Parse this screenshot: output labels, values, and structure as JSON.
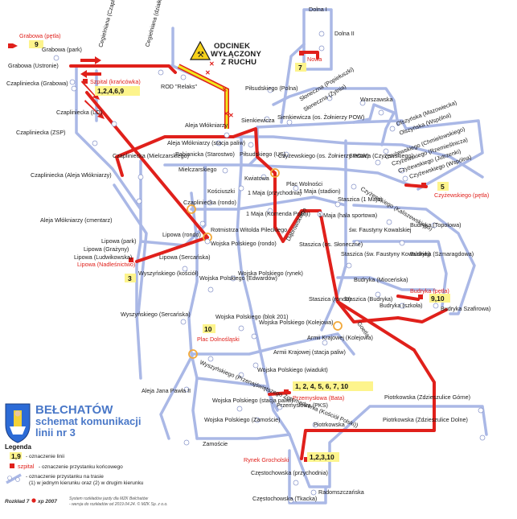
{
  "warning": {
    "line1": "ODCINEK",
    "line2": "WYŁĄCZONY",
    "line3": "Z RUCHU"
  },
  "title": {
    "city": "BEŁCHATÓW",
    "sub1": "schemat komunikacji",
    "sub2": "linii nr 3"
  },
  "legend": {
    "heading": "Legenda",
    "badge_example": "1,9",
    "line_marks": "- oznaczenie linii",
    "terminal_sample": "szpital",
    "terminal": "- oznaczenie przystanku końcowego",
    "stop_a": "- oznaczenie przystanku na trasie",
    "stop_b": "(1) w jednym kierunku oraz (2) w drugim kierunku"
  },
  "footer": {
    "code": "Rozkład 7",
    "author": "xp 2007",
    "line1": "System rozkładów jazdy dla MZK Bełchatów",
    "line2": "- wersja do rozkładów od 2019.04.24. © MZK Sp. z o.o."
  },
  "terminals": {
    "grabowa": "Grabowa (pętla)",
    "szpital": "Szpital (krańcówka)",
    "nowa": "Nowa",
    "czyzewskiego": "Czyżewskiego (pętla)",
    "budryka": "Budryka (pętla)",
    "lipowa": "Lipowa (Nadleśnictwo)",
    "plac": "Plac Dolnośląski",
    "przemyslowa": "Przemysłowa (Bata)",
    "rynek": "Rynek Grocholski"
  },
  "badges": {
    "grabowa": "9",
    "szpital": "1,2,4,6,9",
    "nowa": "7",
    "czyzewskiego": "5",
    "budryka": "9,10",
    "lipowa": "3",
    "plac": "10",
    "przemyslowa": "1, 2, 4, 5, 6, 7, 10",
    "rynek": "1,2,3,10"
  },
  "stops": {
    "dolna1": "Dolna I",
    "dolna2": "Dolna II",
    "grabowa_park": "Grabowa (park)",
    "grabowa_ustronie": "Grabowa (Ustronie)",
    "czapl_grabowa": "Czapliniecka (Grabowa)",
    "czapl_lo": "Czapliniecka (LO)",
    "czapl_zsp": "Czapliniecka (ZSP)",
    "czapl_aleja": "Czapliniecka (Aleja Włókniarzy)",
    "aleja_cmentarz": "Aleja Włókniarzy (cmentarz)",
    "cegl_czapl": "Cegielniana (Czapliniecka)",
    "cegl_dzialki": "Cegielniana (działki)",
    "rod": "ROD \"Relaks\"",
    "pilsudskiego_polna": "Piłsudskiego (Polna)",
    "sienkiewicza": "Sienkiewicza",
    "sienk_pow": "Sienkiewicza (os. Żołnierzy POW)",
    "slon_popieluszki": "Słoneczna (Popiełuszki)",
    "slon_zytnia": "Słoneczna (Żytnia)",
    "warszawska": "Warszawska",
    "olsz_mazowiecka": "Olszyńska (Mazowiecka)",
    "olsz_wspolna": "Olszyńska (Wspólna)",
    "aleja_wlokniarzy": "Aleja Włókniarzy",
    "aleja_stacja": "Aleja Włókniarzy (stacja paliw)",
    "czapl_mielczarskiego": "Czapliniecka (Mielczarskiego)",
    "pabianicka": "Pabianicka (Starostwo)",
    "pilsudskiego_us": "Piłsudskiego (US)",
    "czyz_pow": "Czyżewskiego (os. Żołnierzy POW)",
    "staszica_czyz": "Staszica (Czyżewskiego)",
    "czyz_chmielowskiego": "Czyżewskiego (Chmielowskiego)",
    "czyz_rzemieslnicza": "Czyżewskiego (Rzemieślnicza)",
    "czyz_jutrzenki": "Czyżewskiego (Jutrzenki)",
    "czyz_wspolna": "Czyżewskiego (Wspólna)",
    "mielczarskiego": "Mielczarskiego",
    "kwiatowa": "Kwiatowa",
    "plac_wolnosci": "Plac Wolności",
    "czyz_kaliszewskiego": "Czyżewskiego (Kaliszewskiego)",
    "kosciuszki": "Kościuszki",
    "maja_przychodnia": "1 Maja (przychodnia)",
    "maja_stadion": "1 Maja (stadion)",
    "czapl_rondo": "Czapliniecka (rondo)",
    "maja_komenda": "1 Maja (Komenda Policji)",
    "maja_hala": "1 Maja (hala sportowa)",
    "staszica_maja": "Staszica (1 Maja)",
    "dabrowskiego": "Dąbrowskiego",
    "budryka_topolowa": "Budryka (Topolowa)",
    "lipowa_rondo": "Lipowa (rondo)",
    "rotmistrza": "Rotmistrza Witolda Pileckiego",
    "sw_faustyny": "św. Faustyny Kowalskiej",
    "lipowa_park": "Lipowa (park)",
    "lipowa_grazyny": "Lipowa (Grażyny)",
    "lipowa_ludwikowska": "Lipowa (Ludwikowska)",
    "wp_rondo": "Wojska Polskiego (rondo)",
    "staszica_sloneczne": "Staszica (os. Słoneczne)",
    "staszica_faustyny": "Staszica (św. Faustyny Kowalskiej)",
    "budryka_szmaragdowa": "Budryka (Szmaragdowa)",
    "lipowa_sercanska": "Lipowa (Sercańska)",
    "wysz_kosciol": "Wyszyńskiego (kościół)",
    "wp_rynek": "Wojska Polskiego (rynek)",
    "wp_edwardow": "Wojska Polskiego (Edwardów)",
    "budryka_miocenska": "Budryka (Mioceńska)",
    "staszica_rondo": "Staszica (rondo)",
    "staszica_budryka": "Staszica (Budryka)",
    "budryka_szkola": "Budryka (szkoła)",
    "budryka_szafirowa": "Budryka Szafirowa)",
    "wysz_sercanska": "Wyszyńskiego (Sercańska)",
    "wp_blok201": "Wojska Polskiego (blok 201)",
    "wp_kolejowa": "Wojska Polskiego (Kolejowa)",
    "armii_kolejowa": "Armii Krajowej (Kolejowa)",
    "goetla": "Goetla",
    "armii_stacja": "Armii Krajowej (stacja paliw)",
    "wysz_zgromadzenie": "Wyszyńskiego (Przenajświętszego Zgromadzenia (Kościół Polski))",
    "wp_wiadukt": "Wojska Polskiego (wiadukt)",
    "aleja_jana": "Aleja Jana Pawła II",
    "przemyslowa_pks": "Przemysłowa (PKS)",
    "wp_stacja": "Wojska Polskiego (stacja paliw)",
    "wp_zamoscie": "Wojska Polskiego (Zamoście)",
    "piotrk_gorne": "Piotrkowska (Zdzieszulice Górne)",
    "piotrkowska": "Piotrkowska",
    "piotrk_dolne": "Piotrkowska (Zdzieszulice Dolne)",
    "zamoscie": "Zamoście",
    "czest_przychodnia": "Częstochowska (przychodnia)",
    "radomszczanska": "Radomszczańska",
    "czest_tkacka": "Częstochowska (Tkacka)"
  },
  "colors": {
    "route": "#e0201b",
    "network": "#aab8e6",
    "closed": "#f1e81d",
    "badge": "#fdf48c",
    "title": "#4a78c8"
  }
}
